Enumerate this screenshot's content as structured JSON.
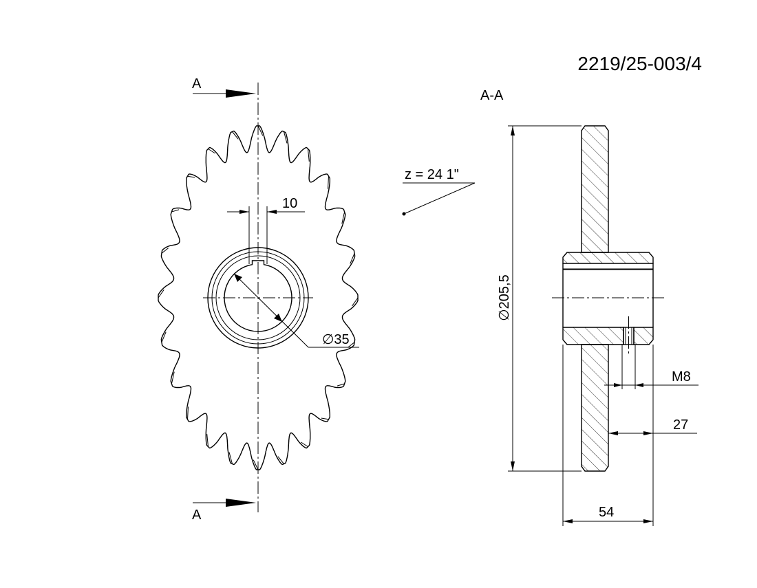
{
  "drawing": {
    "part_number": "2219/25-003/4",
    "section_label": "A-A",
    "cut_marker_top": "A",
    "cut_marker_bottom": "A",
    "tooth_note": "z = 24  1\"",
    "teeth_count": 24,
    "dims": {
      "keyway_width": "10",
      "bore_diameter": "∅35",
      "outer_diameter": "∅205,5",
      "thread": "M8",
      "hub_offset": "27",
      "hub_length": "54"
    }
  }
}
